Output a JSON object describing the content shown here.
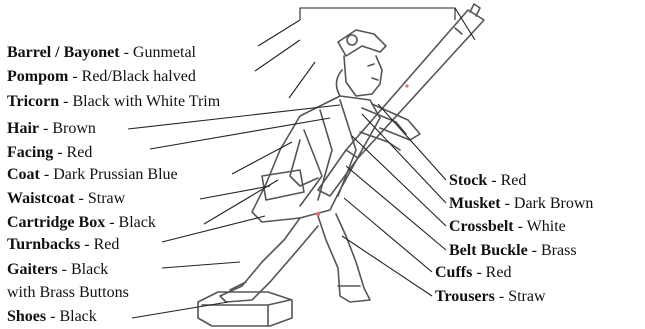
{
  "labels": {
    "barrel": {
      "name": "Barrel / Bayonet",
      "value": "Gunmetal"
    },
    "pompom": {
      "name": "Pompom",
      "value": "Red/Black halved"
    },
    "tricorn": {
      "name": "Tricorn",
      "value": "Black with White Trim"
    },
    "hair": {
      "name": "Hair",
      "value": "Brown"
    },
    "facing": {
      "name": "Facing",
      "value": "Red"
    },
    "coat": {
      "name": "Coat",
      "value": "Dark Prussian Blue"
    },
    "waistcoat": {
      "name": "Waistcoat",
      "value": "Straw"
    },
    "cartridge": {
      "name": "Cartridge Box",
      "value": "Black"
    },
    "turnbacks": {
      "name": "Turnbacks",
      "value": "Red"
    },
    "gaiters": {
      "name": "Gaiters",
      "value": "Black",
      "value2": "with Brass Buttons"
    },
    "shoes": {
      "name": "Shoes",
      "value": "Black"
    },
    "stock": {
      "name": "Stock",
      "value": "Red"
    },
    "musket": {
      "name": "Musket",
      "value": "Dark Brown"
    },
    "crossbelt": {
      "name": "Crossbelt",
      "value": "White"
    },
    "buckle": {
      "name": "Belt Buckle",
      "value": "Brass"
    },
    "cuffs": {
      "name": "Cuffs",
      "value": "Red"
    },
    "trousers": {
      "name": "Trousers",
      "value": "Straw"
    }
  },
  "separator": " - ",
  "colors": {
    "ink": "#111111",
    "outline": "#555555",
    "accent": "#e07070"
  }
}
